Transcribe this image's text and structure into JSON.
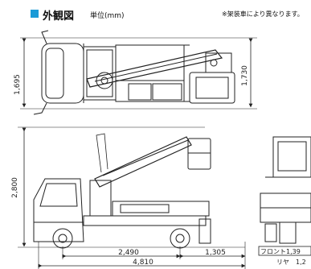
{
  "header": {
    "title": "外観図",
    "unit": "単位(mm)",
    "note": "※架装車により異なります。"
  },
  "dimensions": {
    "top_width": "1,695",
    "top_right_width": "1,730",
    "side_height": "2,800",
    "wheelbase": "2,490",
    "rear_overhang": "1,305",
    "overall_length": "4,810",
    "front_track": "フロント1,39",
    "rear_track": "リヤ　1,2"
  },
  "colors": {
    "accent": "#1a9ad7",
    "line": "#222222"
  }
}
